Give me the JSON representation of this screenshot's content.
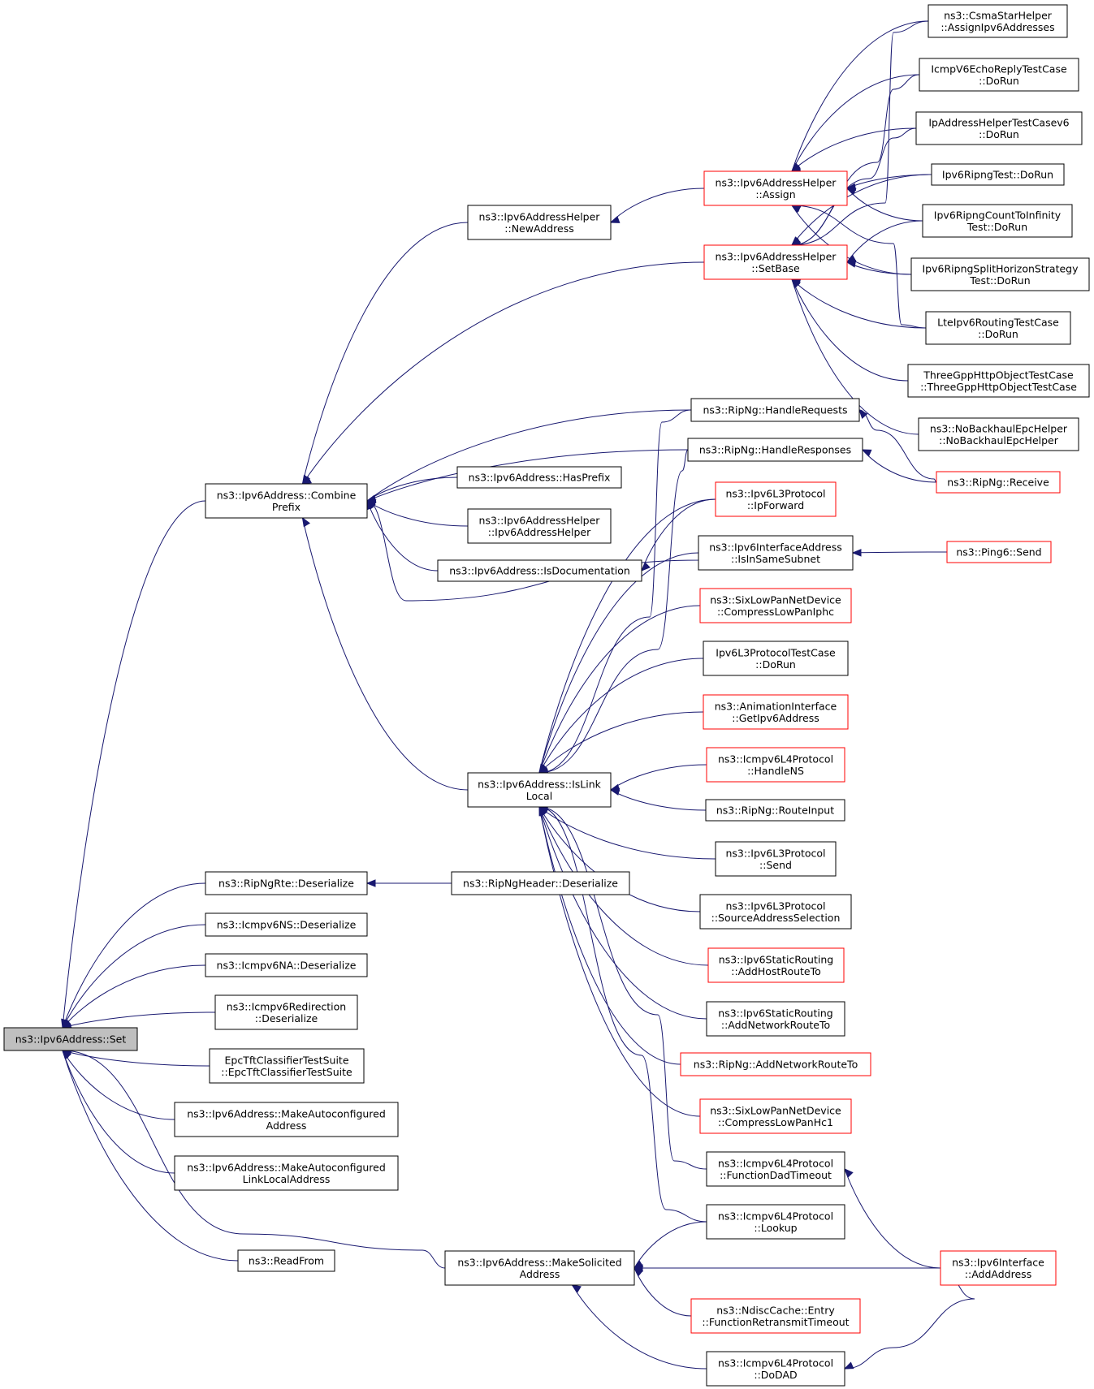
{
  "nodes": [
    {
      "id": "set",
      "lines": [
        "ns3::Ipv6Address::Set"
      ],
      "style": "focus"
    },
    {
      "id": "combine",
      "lines": [
        "ns3::Ipv6Address::Combine",
        "Prefix"
      ],
      "style": "black"
    },
    {
      "id": "ripngrte",
      "lines": [
        "ns3::RipNgRte::Deserialize"
      ],
      "style": "black"
    },
    {
      "id": "icmpns",
      "lines": [
        "ns3::Icmpv6NS::Deserialize"
      ],
      "style": "black"
    },
    {
      "id": "icmpna",
      "lines": [
        "ns3::Icmpv6NA::Deserialize"
      ],
      "style": "black"
    },
    {
      "id": "icmpredir",
      "lines": [
        "ns3::Icmpv6Redirection",
        "::Deserialize"
      ],
      "style": "black"
    },
    {
      "id": "epctft",
      "lines": [
        "EpcTftClassifierTestSuite",
        "::EpcTftClassifierTestSuite"
      ],
      "style": "black"
    },
    {
      "id": "makeauto",
      "lines": [
        "ns3::Ipv6Address::MakeAutoconfigured",
        "Address"
      ],
      "style": "black"
    },
    {
      "id": "makeautoll",
      "lines": [
        "ns3::Ipv6Address::MakeAutoconfigured",
        "LinkLocalAddress"
      ],
      "style": "black"
    },
    {
      "id": "readfrom",
      "lines": [
        "ns3::ReadFrom"
      ],
      "style": "black"
    },
    {
      "id": "newaddr",
      "lines": [
        "ns3::Ipv6AddressHelper",
        "::NewAddress"
      ],
      "style": "black"
    },
    {
      "id": "hasprefix",
      "lines": [
        "ns3::Ipv6Address::HasPrefix"
      ],
      "style": "black"
    },
    {
      "id": "ahelper",
      "lines": [
        "ns3::Ipv6AddressHelper",
        "::Ipv6AddressHelper"
      ],
      "style": "black"
    },
    {
      "id": "isdoc",
      "lines": [
        "ns3::Ipv6Address::IsDocumentation"
      ],
      "style": "black"
    },
    {
      "id": "islink",
      "lines": [
        "ns3::Ipv6Address::IsLink",
        "Local"
      ],
      "style": "black"
    },
    {
      "id": "ripngheader",
      "lines": [
        "ns3::RipNgHeader::Deserialize"
      ],
      "style": "black"
    },
    {
      "id": "solicited",
      "lines": [
        "ns3::Ipv6Address::MakeSolicited",
        "Address"
      ],
      "style": "black"
    },
    {
      "id": "assign",
      "lines": [
        "ns3::Ipv6AddressHelper",
        "::Assign"
      ],
      "style": "red"
    },
    {
      "id": "setbase",
      "lines": [
        "ns3::Ipv6AddressHelper",
        "::SetBase"
      ],
      "style": "red"
    },
    {
      "id": "handlereq",
      "lines": [
        "ns3::RipNg::HandleRequests"
      ],
      "style": "black"
    },
    {
      "id": "handleresp",
      "lines": [
        "ns3::RipNg::HandleResponses"
      ],
      "style": "black"
    },
    {
      "id": "ipforward",
      "lines": [
        "ns3::Ipv6L3Protocol",
        "::IpForward"
      ],
      "style": "red"
    },
    {
      "id": "insamesub",
      "lines": [
        "ns3::Ipv6InterfaceAddress",
        "::IsInSameSubnet"
      ],
      "style": "black"
    },
    {
      "id": "compressiphc",
      "lines": [
        "ns3::SixLowPanNetDevice",
        "::CompressLowPanIphc"
      ],
      "style": "red"
    },
    {
      "id": "l3test",
      "lines": [
        "Ipv6L3ProtocolTestCase",
        "::DoRun"
      ],
      "style": "black"
    },
    {
      "id": "anim",
      "lines": [
        "ns3::AnimationInterface",
        "::GetIpv6Address"
      ],
      "style": "red"
    },
    {
      "id": "handlens",
      "lines": [
        "ns3::Icmpv6L4Protocol",
        "::HandleNS"
      ],
      "style": "red"
    },
    {
      "id": "routeinput",
      "lines": [
        "ns3::RipNg::RouteInput"
      ],
      "style": "black"
    },
    {
      "id": "l3send",
      "lines": [
        "ns3::Ipv6L3Protocol",
        "::Send"
      ],
      "style": "black"
    },
    {
      "id": "srcaddrsel",
      "lines": [
        "ns3::Ipv6L3Protocol",
        "::SourceAddressSelection"
      ],
      "style": "black"
    },
    {
      "id": "addhost",
      "lines": [
        "ns3::Ipv6StaticRouting",
        "::AddHostRouteTo"
      ],
      "style": "red"
    },
    {
      "id": "addnet",
      "lines": [
        "ns3::Ipv6StaticRouting",
        "::AddNetworkRouteTo"
      ],
      "style": "black"
    },
    {
      "id": "ripaddnet",
      "lines": [
        "ns3::RipNg::AddNetworkRouteTo"
      ],
      "style": "red"
    },
    {
      "id": "compresshc1",
      "lines": [
        "ns3::SixLowPanNetDevice",
        "::CompressLowPanHc1"
      ],
      "style": "red"
    },
    {
      "id": "dadtimeout",
      "lines": [
        "ns3::Icmpv6L4Protocol",
        "::FunctionDadTimeout"
      ],
      "style": "black"
    },
    {
      "id": "lookup",
      "lines": [
        "ns3::Icmpv6L4Protocol",
        "::Lookup"
      ],
      "style": "black"
    },
    {
      "id": "ndisc",
      "lines": [
        "ns3::NdiscCache::Entry",
        "::FunctionRetransmitTimeout"
      ],
      "style": "red"
    },
    {
      "id": "dodad",
      "lines": [
        "ns3::Icmpv6L4Protocol",
        "::DoDAD"
      ],
      "style": "black"
    },
    {
      "id": "csma",
      "lines": [
        "ns3::CsmaStarHelper",
        "::AssignIpv6Addresses"
      ],
      "style": "black"
    },
    {
      "id": "echo",
      "lines": [
        "IcmpV6EchoReplyTestCase",
        "::DoRun"
      ],
      "style": "black"
    },
    {
      "id": "iphelper6",
      "lines": [
        "IpAddressHelperTestCasev6",
        "::DoRun"
      ],
      "style": "black"
    },
    {
      "id": "ripngtest",
      "lines": [
        "Ipv6RipngTest::DoRun"
      ],
      "style": "black"
    },
    {
      "id": "countinf",
      "lines": [
        "Ipv6RipngCountToInfinity",
        "Test::DoRun"
      ],
      "style": "black"
    },
    {
      "id": "splithor",
      "lines": [
        "Ipv6RipngSplitHorizonStrategy",
        "Test::DoRun"
      ],
      "style": "black"
    },
    {
      "id": "lteipv6",
      "lines": [
        "LteIpv6RoutingTestCase",
        "::DoRun"
      ],
      "style": "black"
    },
    {
      "id": "threegpp",
      "lines": [
        "ThreeGppHttpObjectTestCase",
        "::ThreeGppHttpObjectTestCase"
      ],
      "style": "black"
    },
    {
      "id": "nobackhaul",
      "lines": [
        "ns3::NoBackhaulEpcHelper",
        "::NoBackhaulEpcHelper"
      ],
      "style": "black"
    },
    {
      "id": "receive",
      "lines": [
        "ns3::RipNg::Receive"
      ],
      "style": "red"
    },
    {
      "id": "ping6",
      "lines": [
        "ns3::Ping6::Send"
      ],
      "style": "red"
    },
    {
      "id": "addaddress",
      "lines": [
        "ns3::Ipv6Interface",
        "::AddAddress"
      ],
      "style": "red"
    }
  ],
  "edges": [
    [
      "set",
      "combine"
    ],
    [
      "set",
      "ripngrte"
    ],
    [
      "set",
      "icmpns"
    ],
    [
      "set",
      "icmpna"
    ],
    [
      "set",
      "icmpredir"
    ],
    [
      "set",
      "epctft"
    ],
    [
      "set",
      "makeauto"
    ],
    [
      "set",
      "makeautoll"
    ],
    [
      "set",
      "readfrom"
    ],
    [
      "set",
      "solicited"
    ],
    [
      "combine",
      "newaddr"
    ],
    [
      "combine",
      "setbase"
    ],
    [
      "combine",
      "handlereq"
    ],
    [
      "combine",
      "handleresp"
    ],
    [
      "combine",
      "hasprefix"
    ],
    [
      "combine",
      "ahelper"
    ],
    [
      "combine",
      "isdoc"
    ],
    [
      "combine",
      "insamesub"
    ],
    [
      "combine",
      "islink"
    ],
    [
      "ripngrte",
      "ripngheader"
    ],
    [
      "newaddr",
      "assign"
    ],
    [
      "assign",
      "csma"
    ],
    [
      "assign",
      "echo"
    ],
    [
      "assign",
      "iphelper6"
    ],
    [
      "assign",
      "ripngtest"
    ],
    [
      "assign",
      "countinf"
    ],
    [
      "assign",
      "splithor"
    ],
    [
      "assign",
      "lteipv6"
    ],
    [
      "setbase",
      "csma"
    ],
    [
      "setbase",
      "echo"
    ],
    [
      "setbase",
      "iphelper6"
    ],
    [
      "setbase",
      "ripngtest"
    ],
    [
      "setbase",
      "countinf"
    ],
    [
      "setbase",
      "splithor"
    ],
    [
      "setbase",
      "lteipv6"
    ],
    [
      "setbase",
      "threegpp"
    ],
    [
      "setbase",
      "nobackhaul"
    ],
    [
      "handlereq",
      "receive"
    ],
    [
      "handleresp",
      "receive"
    ],
    [
      "isdoc",
      "ipforward"
    ],
    [
      "insamesub",
      "ping6"
    ],
    [
      "islink",
      "handlereq"
    ],
    [
      "islink",
      "handleresp"
    ],
    [
      "islink",
      "ipforward"
    ],
    [
      "islink",
      "insamesub"
    ],
    [
      "islink",
      "compressiphc"
    ],
    [
      "islink",
      "l3test"
    ],
    [
      "islink",
      "anim"
    ],
    [
      "islink",
      "handlens"
    ],
    [
      "islink",
      "routeinput"
    ],
    [
      "islink",
      "l3send"
    ],
    [
      "islink",
      "srcaddrsel"
    ],
    [
      "islink",
      "addhost"
    ],
    [
      "islink",
      "addnet"
    ],
    [
      "islink",
      "ripaddnet"
    ],
    [
      "islink",
      "compresshc1"
    ],
    [
      "islink",
      "dadtimeout"
    ],
    [
      "islink",
      "lookup"
    ],
    [
      "solicited",
      "lookup"
    ],
    [
      "solicited",
      "addaddress"
    ],
    [
      "solicited",
      "ndisc"
    ],
    [
      "solicited",
      "dodad"
    ],
    [
      "dadtimeout",
      "addaddress"
    ],
    [
      "dodad",
      "addaddress"
    ]
  ]
}
